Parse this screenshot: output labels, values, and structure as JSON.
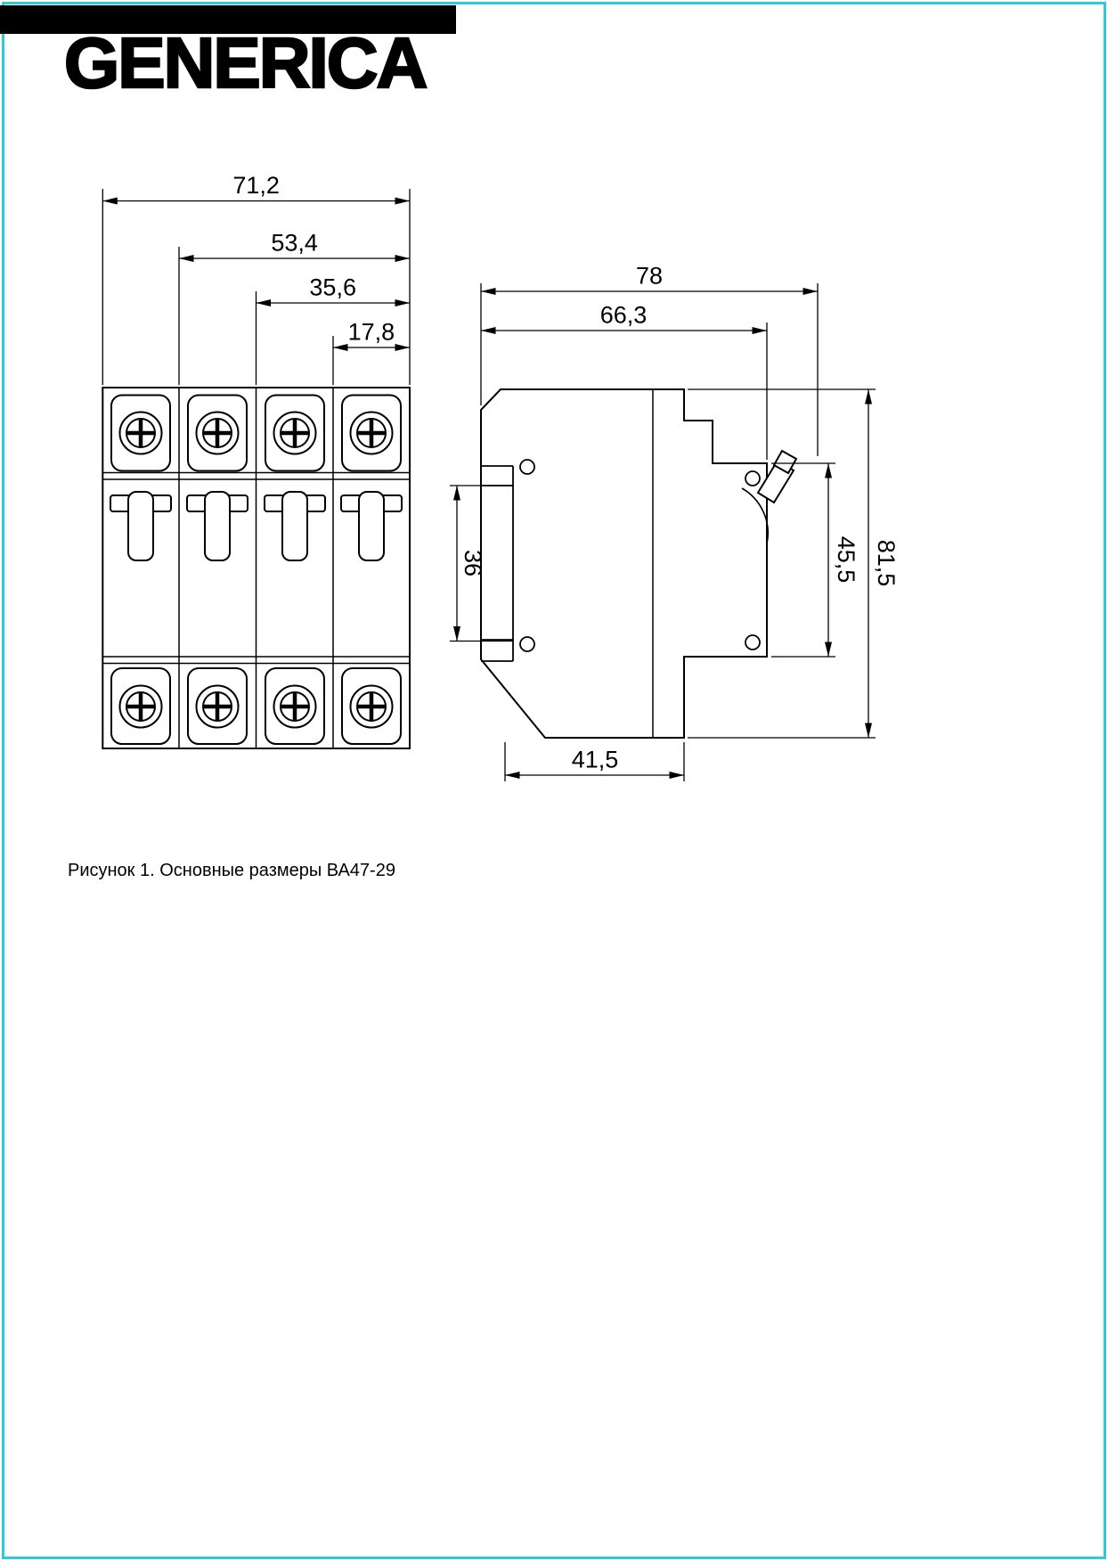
{
  "brand": {
    "logo_text": "GENERICA"
  },
  "figure": {
    "caption": "Рисунок 1. Основные размеры ВА47-29"
  },
  "front_view": {
    "dim_71_2": "71,2",
    "dim_53_4": "53,4",
    "dim_35_6": "35,6",
    "dim_17_8": "17,8"
  },
  "side_view": {
    "dim_78": "78",
    "dim_66_3": "66,3",
    "dim_36": "36",
    "dim_45_5": "45,5",
    "dim_81_5": "81,5",
    "dim_41_5": "41,5"
  },
  "colors": {
    "frame": "#32c7d9",
    "ink": "#000000",
    "bar": "#000000"
  }
}
